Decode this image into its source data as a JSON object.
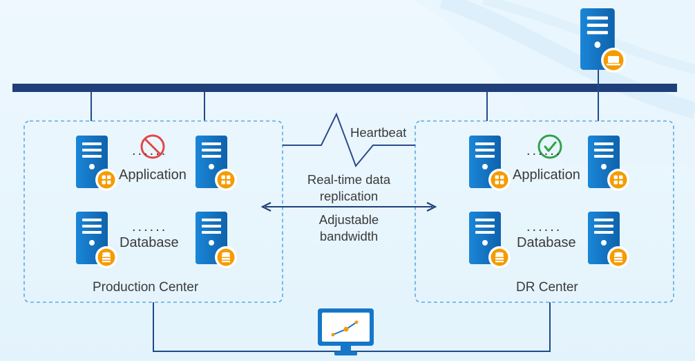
{
  "production": {
    "title": "Production Center",
    "app_label": "Application",
    "db_label": "Database",
    "status": "stopped",
    "ellipsis": "......"
  },
  "dr": {
    "title": "DR Center",
    "app_label": "Application",
    "db_label": "Database",
    "status": "running",
    "ellipsis": "......"
  },
  "links": {
    "heartbeat": "Heartbeat",
    "replication_line1": "Real-time data",
    "replication_line2": "replication",
    "bandwidth_line1": "Adjustable",
    "bandwidth_line2": "bandwidth"
  },
  "colors": {
    "server": "#1677c8",
    "server_dark": "#0f5ea6",
    "badge_orange": "#f59b00",
    "network_bar": "#1f3f7a",
    "dashed_border": "#5aa9e0",
    "stop_red": "#e04848",
    "ok_green": "#2ea24a"
  },
  "icons": {
    "app_badge": "grid-icon",
    "db_badge": "database-icon",
    "top_server_badge": "laptop-icon",
    "monitor": "monitor-chart-icon"
  }
}
